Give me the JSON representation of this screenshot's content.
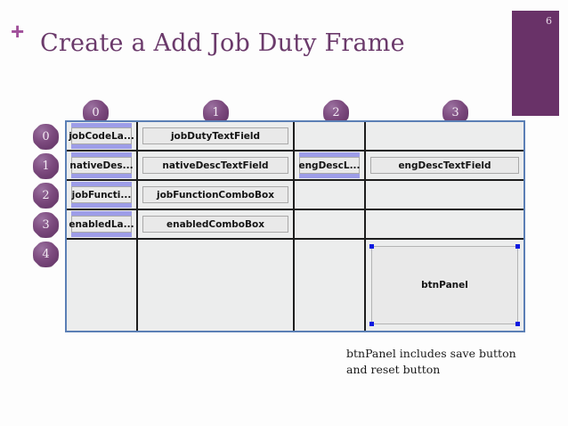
{
  "slide": {
    "plus_mark": "+",
    "title": "Create a Add Job Duty Frame",
    "number": "6"
  },
  "grid": {
    "column_badges": [
      "0",
      "1",
      "2",
      "3"
    ],
    "row_badges": [
      "0",
      "1",
      "2",
      "3",
      "4"
    ],
    "rows": [
      {
        "cells": [
          {
            "text": "jobCodeLa...",
            "kind": "label",
            "selected": true
          },
          {
            "text": "jobDutyTextField",
            "kind": "textfield",
            "selected": false
          },
          {
            "text": "",
            "kind": "empty",
            "selected": false
          },
          {
            "text": "",
            "kind": "empty",
            "selected": false
          }
        ]
      },
      {
        "cells": [
          {
            "text": "nativeDes...",
            "kind": "label",
            "selected": true
          },
          {
            "text": "nativeDescTextField",
            "kind": "textfield",
            "selected": false
          },
          {
            "text": "engDescL...",
            "kind": "label",
            "selected": true
          },
          {
            "text": "engDescTextField",
            "kind": "textfield",
            "selected": false
          }
        ]
      },
      {
        "cells": [
          {
            "text": "jobFuncti...",
            "kind": "label",
            "selected": true
          },
          {
            "text": "jobFunctionComboBox",
            "kind": "combobox",
            "selected": false
          },
          {
            "text": "",
            "kind": "empty",
            "selected": false
          },
          {
            "text": "",
            "kind": "empty",
            "selected": false
          }
        ]
      },
      {
        "cells": [
          {
            "text": "enabledLa...",
            "kind": "label",
            "selected": true
          },
          {
            "text": "enabledComboBox",
            "kind": "combobox",
            "selected": false
          },
          {
            "text": "",
            "kind": "empty",
            "selected": false
          },
          {
            "text": "",
            "kind": "empty",
            "selected": false
          }
        ]
      },
      {
        "cells": [
          {
            "text": "",
            "kind": "empty",
            "selected": false
          },
          {
            "text": "",
            "kind": "empty",
            "selected": false
          },
          {
            "text": "",
            "kind": "empty",
            "selected": false
          },
          {
            "text": "btnPanel",
            "kind": "panel",
            "selected": true
          }
        ]
      }
    ]
  },
  "caption": {
    "line1": "btnPanel includes save button",
    "line2": " and reset button"
  },
  "colors": {
    "brand_purple": "#693268",
    "title_purple": "#6b3a6b",
    "plus_purple": "#a0509a",
    "selection_blue": "#5b7fb5",
    "handle_blue": "#0b19e0",
    "label_bar_lavender": "#9d9de8",
    "widget_gray": "#e9e9e9",
    "grid_line": "#1d1d1d"
  }
}
